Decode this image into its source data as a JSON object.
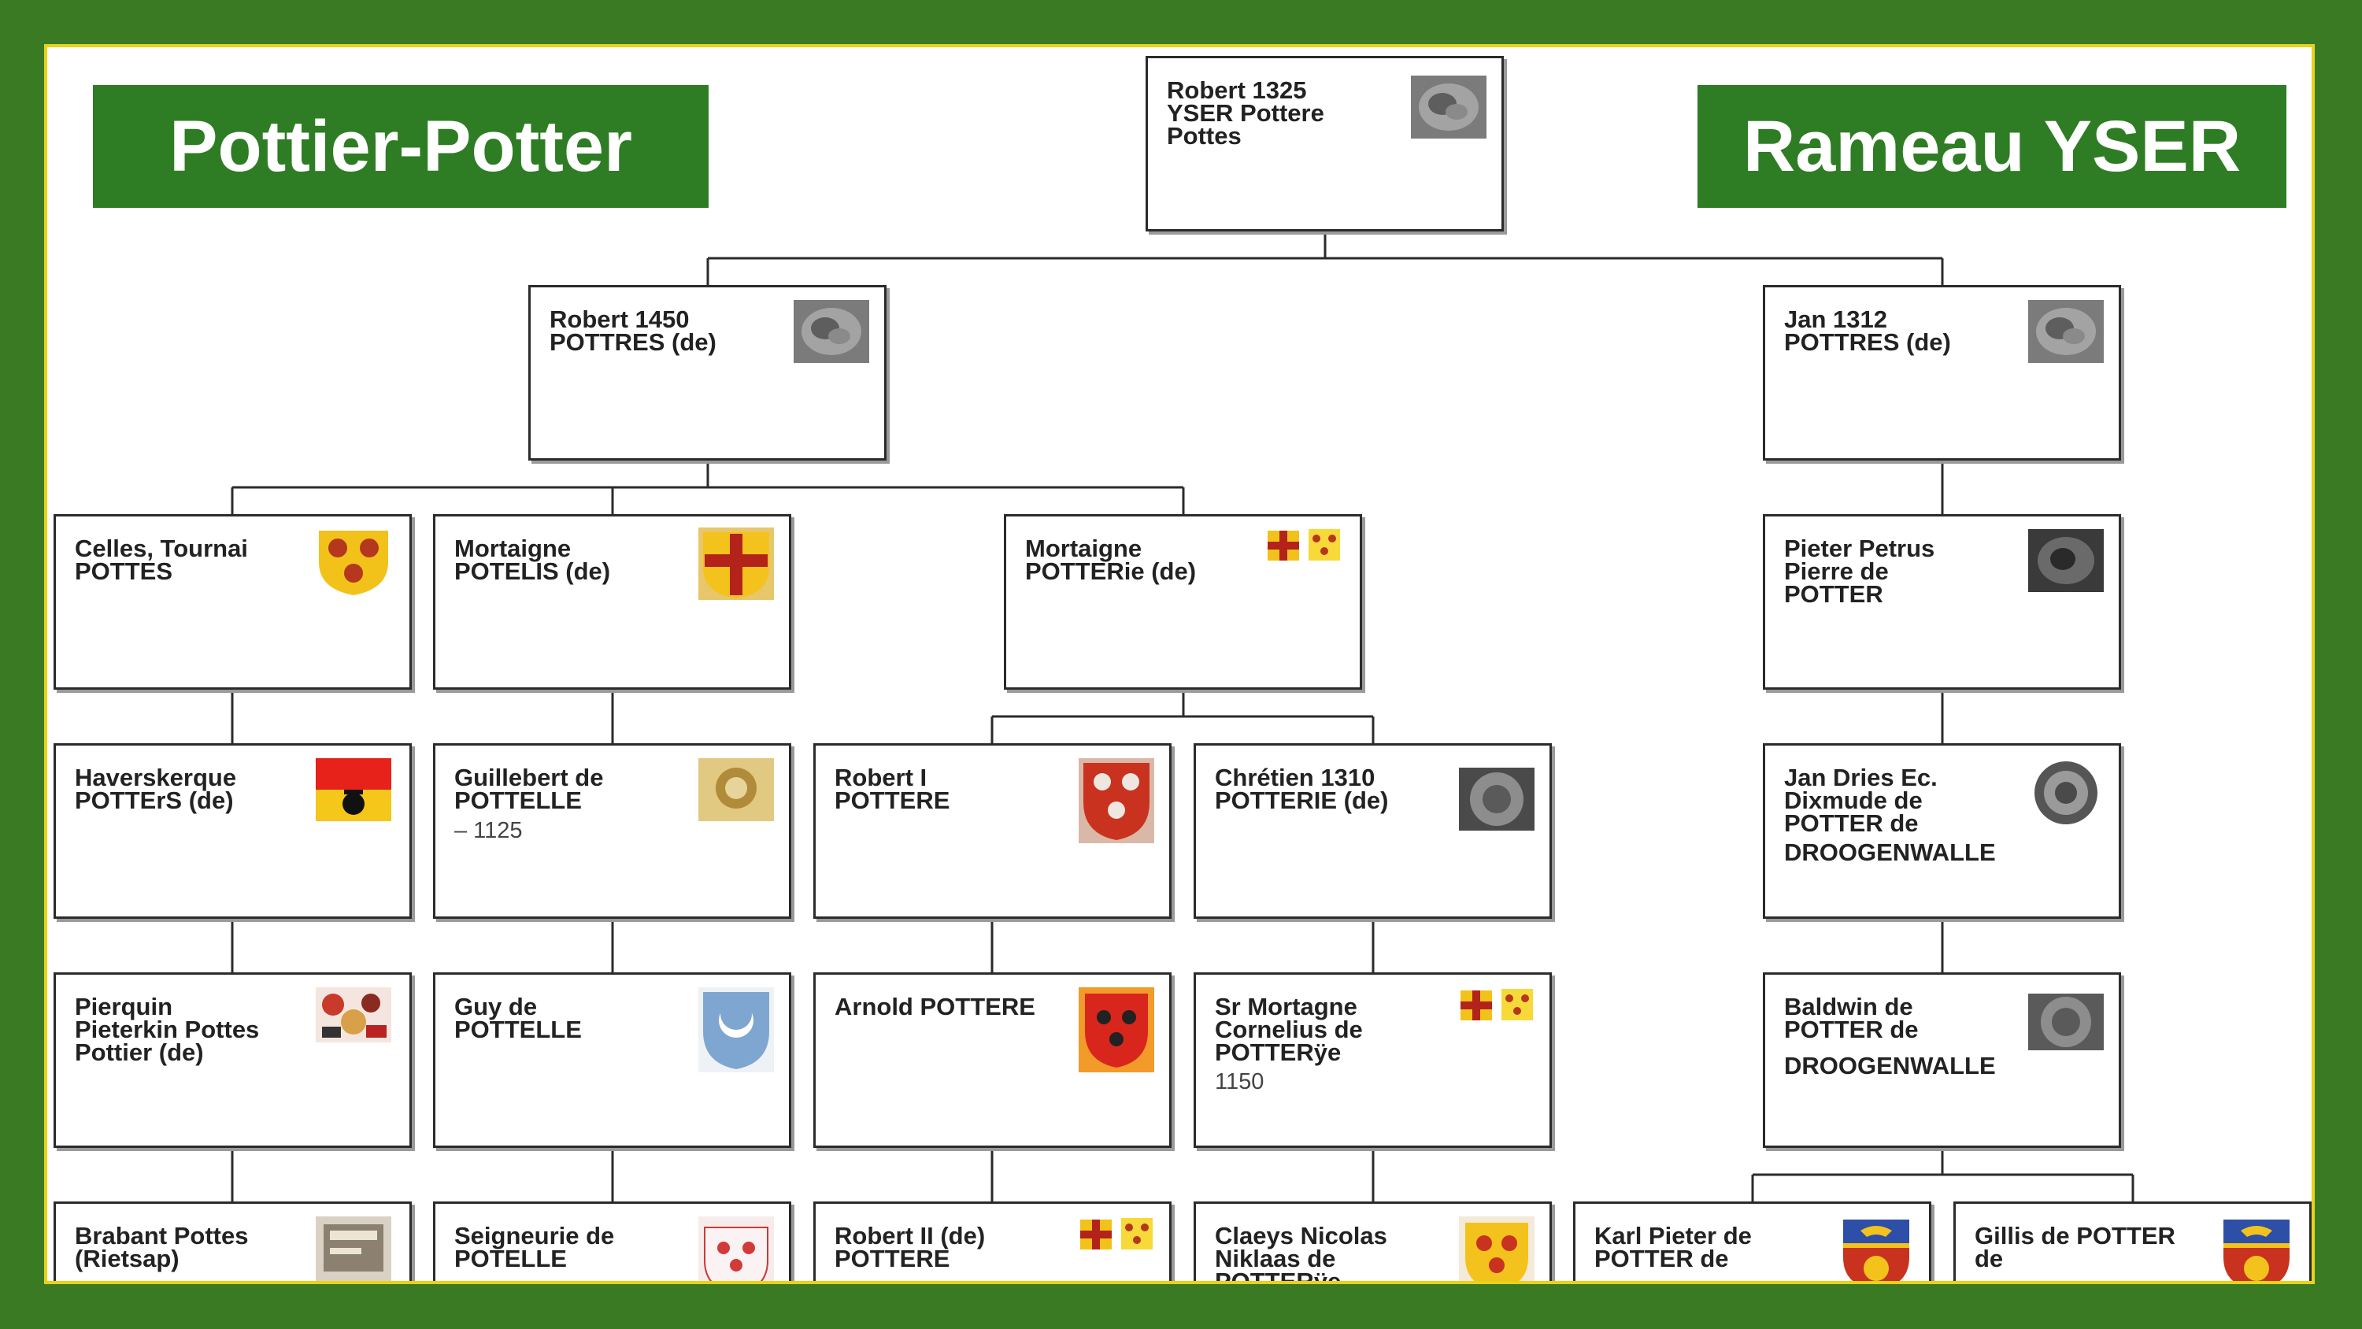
{
  "title_left": "Pottier-Potter",
  "title_right": "Rameau YSER",
  "colors": {
    "frame": "#3a7a22",
    "label_bg": "#2e7d24",
    "canvas_border": "#e8d21a",
    "box_border": "#2b2b2b"
  },
  "nodes": {
    "root": {
      "lines": [
        "Robert 1325",
        "YSER Pottere",
        "Pottes"
      ],
      "icon": "stone-seal"
    },
    "robert1450": {
      "lines": [
        "Robert 1450",
        "POTTRES (de)"
      ],
      "icon": "stone-seal"
    },
    "jan1312": {
      "lines": [
        "Jan 1312",
        "POTTRES (de)"
      ],
      "icon": "stone-seal"
    },
    "celles": {
      "lines": [
        "Celles, Tournai",
        "POTTES"
      ],
      "icon": "three-pots-shield"
    },
    "mortaigne_potelis": {
      "lines": [
        "Mortaigne",
        "POTELIS (de)"
      ],
      "icon": "red-cross-shield"
    },
    "mortaigne_potterie": {
      "lines": [
        "Mortaigne",
        "POTTERie (de)"
      ],
      "icon": "two-small-arms"
    },
    "pieter_petrus": {
      "lines": [
        "Pieter Petrus",
        "Pierre de",
        "POTTER"
      ],
      "icon": "dark-seal"
    },
    "haverskerque": {
      "lines": [
        "Haverskerque",
        "POTTErS (de)"
      ],
      "icon": "red-yellow-pot-flag"
    },
    "guillebert": {
      "lines": [
        "Guillebert de",
        "POTTELLE"
      ],
      "extra": "– 1125",
      "icon": "tan-seal"
    },
    "robert_i": {
      "lines": [
        "Robert I",
        "POTTERE"
      ],
      "icon": "three-pots-red-shield"
    },
    "chretien": {
      "lines": [
        "Chrétien 1310",
        "POTTERIE (de)"
      ],
      "icon": "round-seal"
    },
    "jan_dries": {
      "lines": [
        "Jan Dries Ec.",
        "Dixmude de",
        "POTTER de"
      ],
      "extra": "DROOGENWALLE",
      "icon": "round-seal"
    },
    "pierquin": {
      "lines": [
        "Pierquin",
        "Pieterkin Pottes",
        "Pottier (de)"
      ],
      "icon": "ornate-arms"
    },
    "guy": {
      "lines": [
        "Guy de",
        "POTTELLE"
      ],
      "icon": "blue-crescent-shield"
    },
    "arnold": {
      "lines": [
        "Arnold POTTERE"
      ],
      "icon": "red-orange-shield"
    },
    "sr_mortagne": {
      "lines": [
        "Sr Mortagne",
        "Cornelius de",
        "POTTERÿe"
      ],
      "extra": "1150",
      "icon": "two-small-arms"
    },
    "baldwin": {
      "lines": [
        "Baldwin de",
        "POTTER de"
      ],
      "extra": "DROOGENWALLE",
      "icon": "round-seal"
    },
    "brabant": {
      "lines": [
        "Brabant Pottes",
        "(Rietsap)"
      ],
      "icon": "document-arms"
    },
    "seigneurie": {
      "lines": [
        "Seigneurie de",
        "POTELLE"
      ],
      "icon": "red-crescents-shield"
    },
    "robert_ii": {
      "lines": [
        "Robert II (de)",
        "POTTERE"
      ],
      "icon": "two-small-arms"
    },
    "claeys": {
      "lines": [
        "Claeys Nicolas",
        "Niklaas de",
        "POTTERÿe"
      ],
      "icon": "yellow-red-shield"
    },
    "karl_pieter": {
      "lines": [
        "Karl Pieter de",
        "POTTER de"
      ],
      "icon": "blue-red-lion-shield"
    },
    "gillis": {
      "lines": [
        "Gillis de POTTER",
        "de"
      ],
      "icon": "blue-red-lion-shield"
    }
  }
}
